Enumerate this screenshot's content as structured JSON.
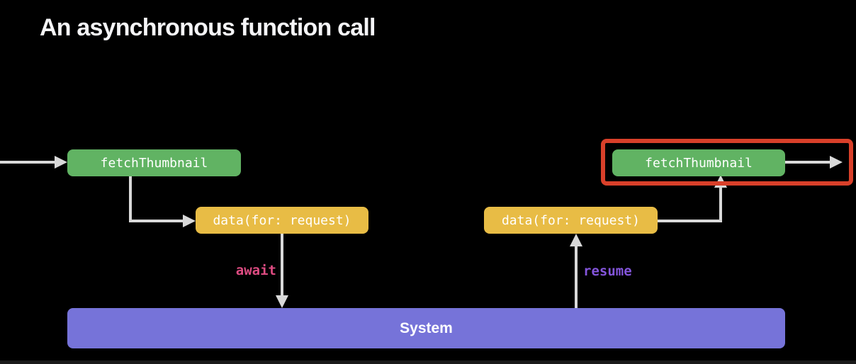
{
  "title": "An asynchronous function call",
  "diagram": {
    "nodes": {
      "fetch_left": {
        "label": "fetchThumbnail"
      },
      "data_left": {
        "label": "data(for: request)"
      },
      "data_right": {
        "label": "data(for: request)"
      },
      "fetch_right": {
        "label": "fetchThumbnail",
        "highlighted": true
      },
      "system": {
        "label": "System"
      }
    },
    "edge_labels": {
      "await": {
        "text": "await"
      },
      "resume": {
        "text": "resume"
      }
    }
  },
  "colors": {
    "green": "#61B363",
    "yellow": "#E8BC45",
    "system_purple": "#7673D9",
    "highlight_red": "#D9402A",
    "arrow_gray": "#D9D9D9",
    "await_pink": "#DE4C82",
    "resume_purple": "#8455DC",
    "background": "#000000"
  }
}
